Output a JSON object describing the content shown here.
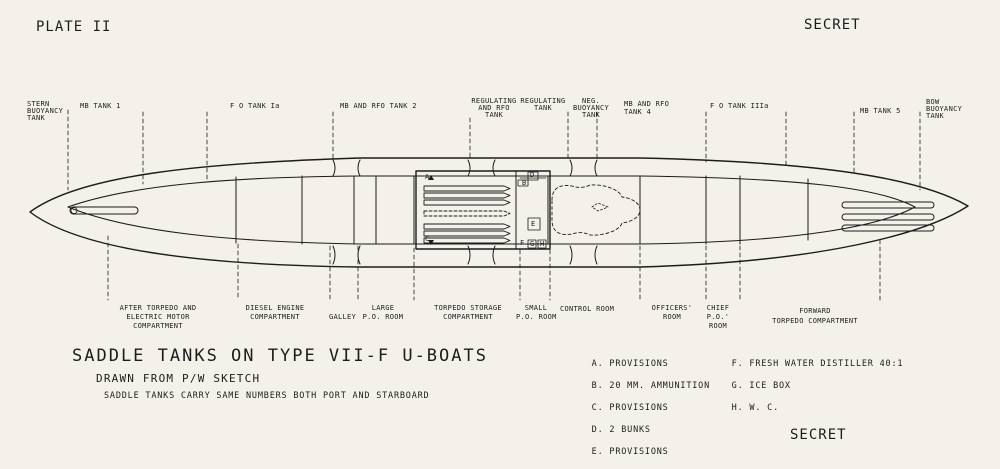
{
  "header": {
    "plate": "PLATE II",
    "secret_top": "SECRET",
    "secret_bottom": "SECRET"
  },
  "title": {
    "main": "SADDLE TANKS ON TYPE VII-F U-BOATS",
    "subtitle": "DRAWN FROM P/W SKETCH",
    "note": "SADDLE TANKS CARRY SAME NUMBERS BOTH PORT AND STARBOARD"
  },
  "top_labels": {
    "stern_buoyancy": [
      "STERN",
      "BUOYANCY",
      "TANK"
    ],
    "mb_tank_1": "MB TANK 1",
    "fo_tank_1a": "F O TANK Ia",
    "mb_rfo_tank_2": "MB AND RFO TANK 2",
    "regulating_rfo": [
      "REGULATING",
      "AND RFO",
      "TANK"
    ],
    "regulating_tank": [
      "REGULATING",
      "TANK"
    ],
    "neg_buoyancy": [
      "NEG.",
      "BUOYANCY",
      "TANK"
    ],
    "mb_rfo_tank_4": [
      "MB AND RFO",
      "TANK 4"
    ],
    "fo_tank_3a": "F O TANK IIIa",
    "mb_tank_5": "MB TANK 5",
    "bow_buoyancy": [
      "BOW",
      "BUOYANCY",
      "TANK"
    ]
  },
  "bottom_labels": {
    "after_torpedo": [
      "AFTER TORPEDO AND",
      "ELECTRIC MOTOR",
      "COMPARTMENT"
    ],
    "diesel": [
      "DIESEL ENGINE",
      "COMPARTMENT"
    ],
    "galley": "GALLEY",
    "large_po_room": [
      "LARGE",
      "P.O. ROOM"
    ],
    "torpedo_storage": [
      "TORPEDO STORAGE",
      "COMPARTMENT"
    ],
    "small_po_room": [
      "SMALL",
      "P.O. ROOM"
    ],
    "control_room": "CONTROL ROOM",
    "officers_room": [
      "OFFICERS'",
      "ROOM"
    ],
    "chief_po_room": [
      "CHIEF",
      "P.O.'",
      "ROOM"
    ],
    "forward_torpedo": [
      "FORWARD",
      "TORPEDO COMPARTMENT"
    ]
  },
  "legend": {
    "left": [
      "A. PROVISIONS",
      "B. 20 MM. AMMUNITION",
      "C. PROVISIONS",
      "D. 2 BUNKS",
      "E. PROVISIONS"
    ],
    "right": [
      "F. FRESH WATER DISTILLER 40:1",
      "G. ICE BOX",
      "H. W. C."
    ]
  },
  "diagram_marks": {
    "A": "A",
    "B": "B",
    "C": "C",
    "D": "D",
    "E": "E",
    "F": "F",
    "G": "G",
    "H": "H"
  }
}
